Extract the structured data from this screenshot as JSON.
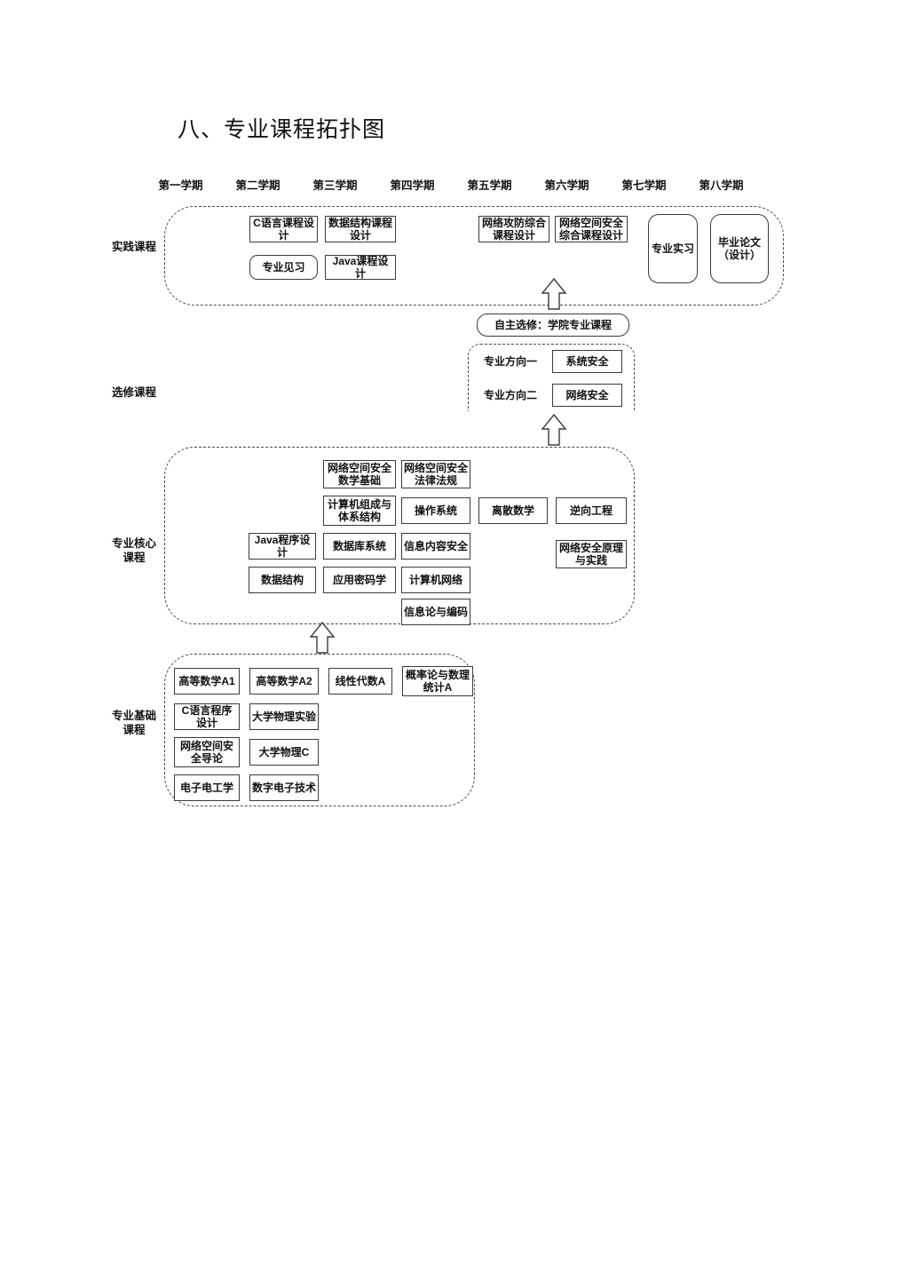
{
  "document": {
    "title": "八、专业课程拓扑图"
  },
  "semesters": [
    {
      "label": "第一学期"
    },
    {
      "label": "第二学期"
    },
    {
      "label": "第三学期"
    },
    {
      "label": "第四学期"
    },
    {
      "label": "第五学期"
    },
    {
      "label": "第六学期"
    },
    {
      "label": "第七学期"
    },
    {
      "label": "第八学期"
    }
  ],
  "row_labels": {
    "practice": "实践课程",
    "elective": "选修课程",
    "core": "专业核心\n课程",
    "core_line1": "专业核心",
    "core_line2": "课程",
    "foundation_line1": "专业基础",
    "foundation_line2": "课程"
  },
  "practice_courses": [
    {
      "label": "C语言课程设计",
      "semester": 2
    },
    {
      "label": "数据结构课程设计",
      "semester": 3
    },
    {
      "label": "专业见习",
      "semester": 2
    },
    {
      "label": "Java课程设计",
      "semester": 3
    },
    {
      "label": "网络攻防综合课程设计",
      "semester": 5
    },
    {
      "label": "网络空间安全综合课程设计",
      "semester": 6
    },
    {
      "label": "专业实习",
      "semester": 7
    },
    {
      "label": "毕业论文（设计）",
      "semester": 8
    }
  ],
  "elective": {
    "free_elective": "自主选修：学院专业课程",
    "directions": [
      {
        "name": "专业方向一",
        "course": "系统安全"
      },
      {
        "name": "专业方向二",
        "course": "网络安全"
      }
    ]
  },
  "core_courses": [
    {
      "label": "网络空间安全数学基础"
    },
    {
      "label": "网络空间安全法律法规"
    },
    {
      "label": "计算机组成与体系结构"
    },
    {
      "label": "操作系统"
    },
    {
      "label": "离散数学"
    },
    {
      "label": "逆向工程"
    },
    {
      "label": "Java程序设计"
    },
    {
      "label": "数据库系统"
    },
    {
      "label": "信息内容安全"
    },
    {
      "label": "网络安全原理与实践"
    },
    {
      "label": "数据结构"
    },
    {
      "label": "应用密码学"
    },
    {
      "label": "计算机网络"
    },
    {
      "label": "信息论与编码"
    }
  ],
  "foundation_courses": [
    {
      "label": "高等数学A1"
    },
    {
      "label": "高等数学A2"
    },
    {
      "label": "线性代数A"
    },
    {
      "label": "概率论与数理统计A"
    },
    {
      "label": "C语言程序设计"
    },
    {
      "label": "大学物理实验"
    },
    {
      "label": "网络空间安全导论"
    },
    {
      "label": "大学物理C"
    },
    {
      "label": "电子电工学"
    },
    {
      "label": "数字电子技术"
    }
  ],
  "colors": {
    "border": "#3b3b3b",
    "dashed_border": "#4a4a4a",
    "text": "#111111",
    "background": "#ffffff"
  }
}
